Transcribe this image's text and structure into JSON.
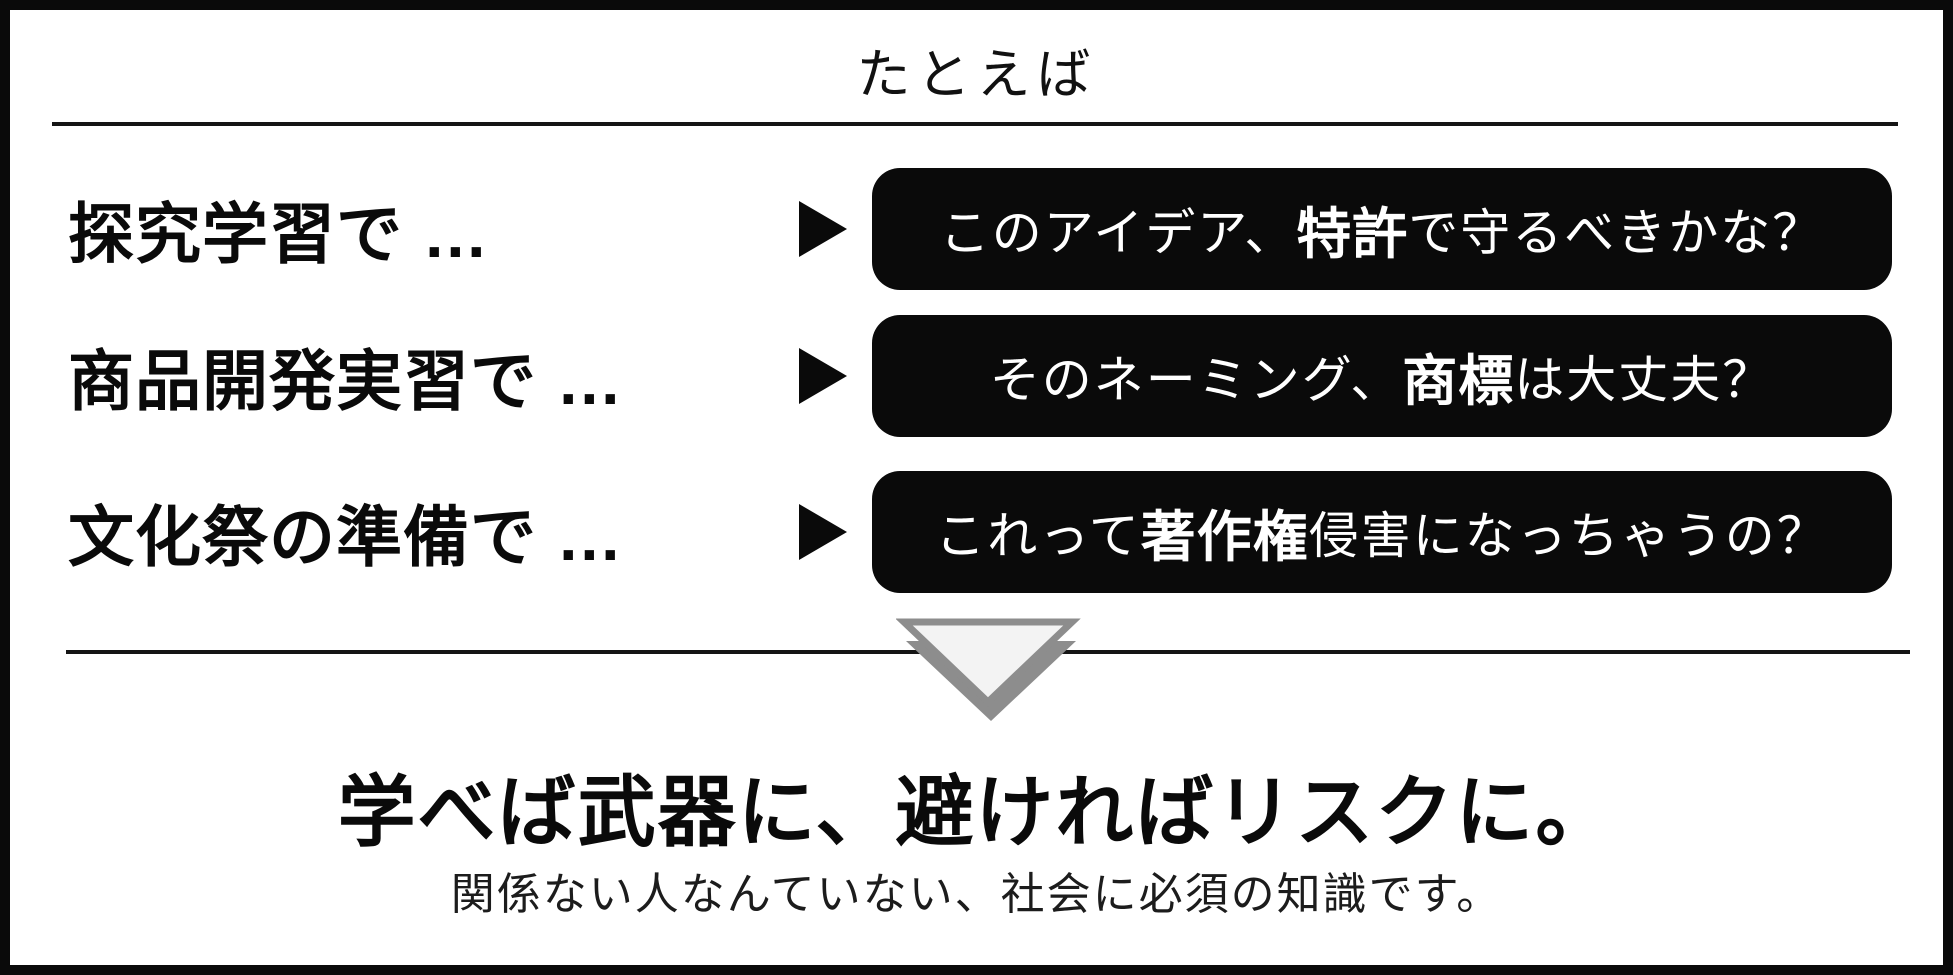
{
  "title": "たとえば",
  "rows": [
    {
      "label": "探究学習で …",
      "bubble": [
        {
          "text": "このアイデア、",
          "bold": false
        },
        {
          "text": "特許",
          "bold": true
        },
        {
          "text": "で守るべきかな？",
          "bold": false
        }
      ]
    },
    {
      "label": "商品開発実習で …",
      "bubble": [
        {
          "text": "そのネーミング、",
          "bold": false
        },
        {
          "text": "商標",
          "bold": true
        },
        {
          "text": "は大丈夫？",
          "bold": false
        }
      ]
    },
    {
      "label": "文化祭の準備で …",
      "bubble": [
        {
          "text": "これって",
          "bold": false
        },
        {
          "text": "著作権",
          "bold": true
        },
        {
          "text": "侵害になっちゃうの？",
          "bold": false
        }
      ]
    }
  ],
  "conclusion": {
    "heading": "学べば武器に、避ければリスクに。",
    "subheading": "関係ない人なんていない、社会に必須の知識です。"
  },
  "colors": {
    "frame_border": "#0a0a0a",
    "bubble_background": "#0a0a0a",
    "bubble_text": "#ffffff",
    "divider_line": "#151515",
    "down_triangle_fill": "#f3f3f3",
    "down_triangle_stroke": "#8d8d8d"
  }
}
